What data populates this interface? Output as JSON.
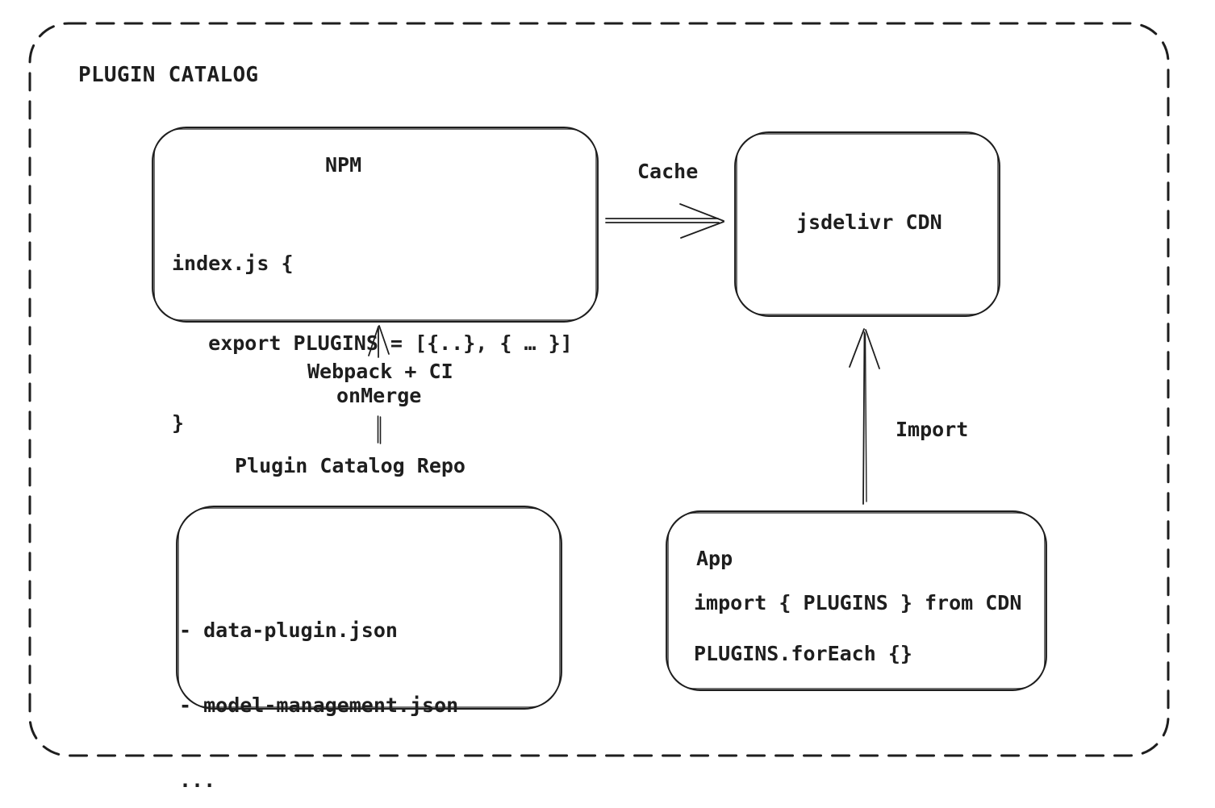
{
  "diagram": {
    "title": "PLUGIN CATALOG",
    "colors": {
      "stroke": "#1e1e1e",
      "background": "#ffffff"
    },
    "nodes": {
      "npm": {
        "title": "NPM",
        "code": [
          "index.js {",
          "   export PLUGINS = [{..}, { … }]",
          "}"
        ]
      },
      "cdn": {
        "label": "jsdelivr CDN"
      },
      "repo": {
        "label": "Plugin Catalog Repo",
        "files": [
          "- data-plugin.json",
          "- model-management.json",
          "..."
        ]
      },
      "app": {
        "title": "App",
        "code": [
          "import { PLUGINS } from CDN",
          "PLUGINS.forEach {}"
        ]
      }
    },
    "edges": {
      "cache": {
        "label": "Cache"
      },
      "build": {
        "label_line1": "Webpack + CI",
        "label_line2": "onMerge"
      },
      "import": {
        "label": "Import"
      }
    }
  }
}
